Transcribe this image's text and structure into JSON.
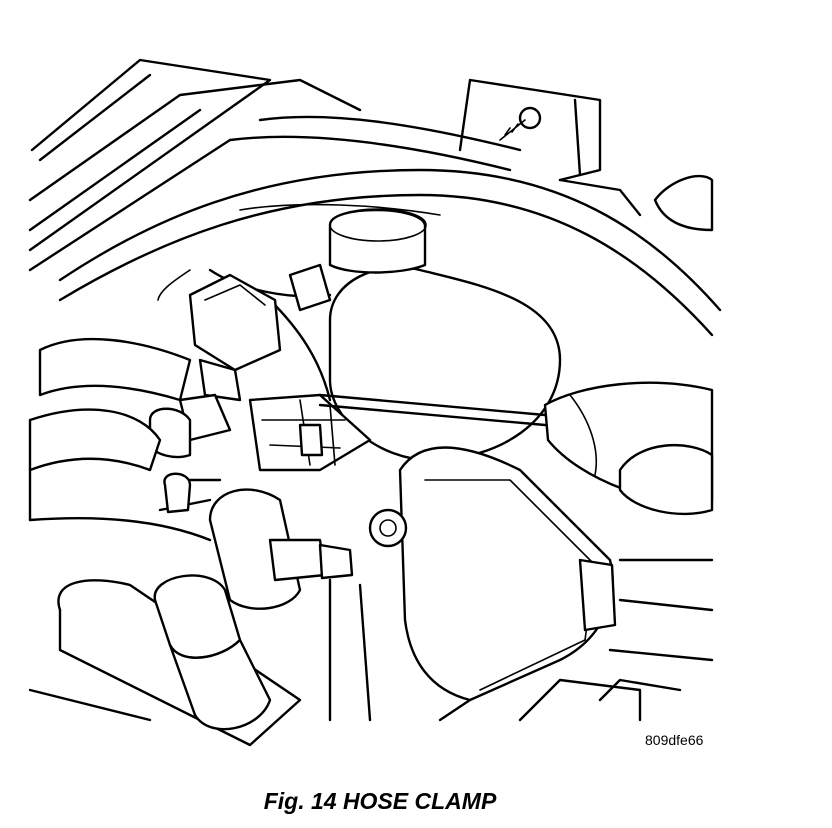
{
  "figure": {
    "id_label": "809dfe66",
    "caption": "Fig. 14 HOSE CLAMP"
  },
  "drawing": {
    "subject": "line drawing of an engine compartment with a screwdriver on a hose clamp",
    "line_color": "#000000",
    "background_color": "#ffffff"
  }
}
